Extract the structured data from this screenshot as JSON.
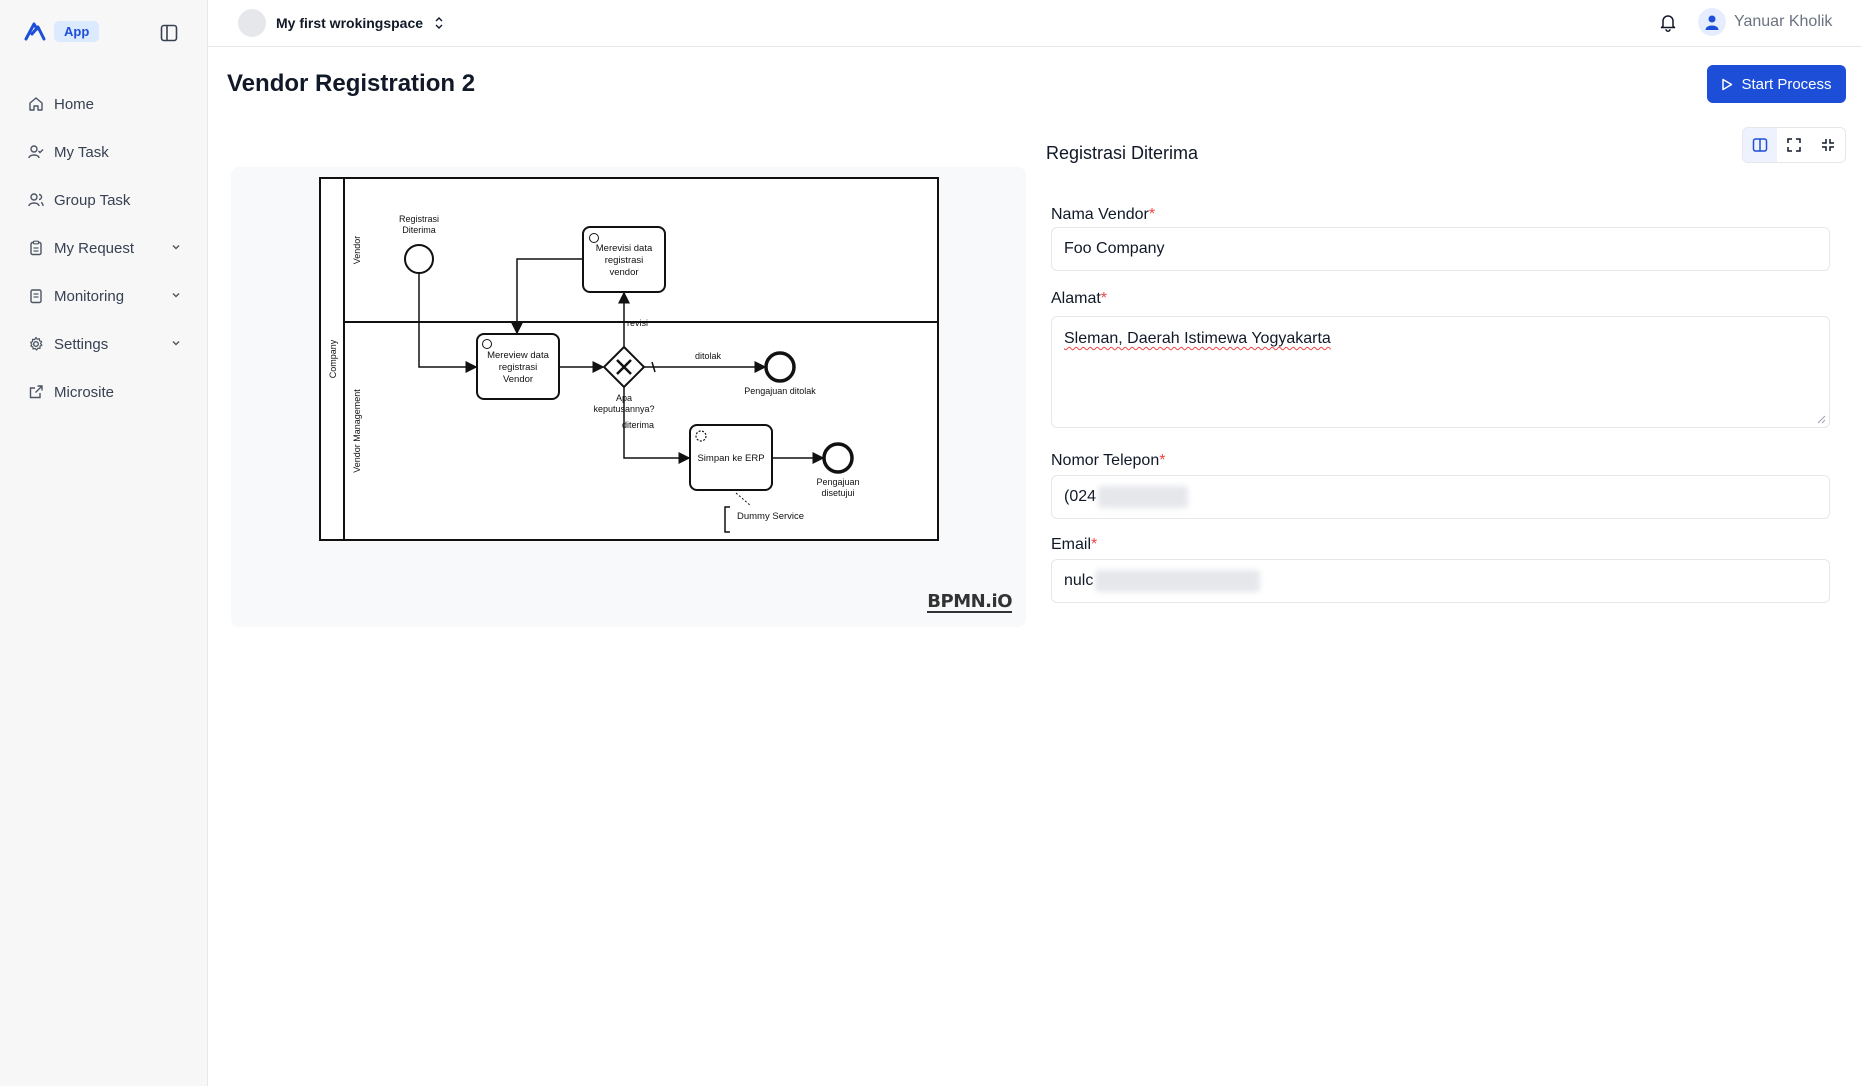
{
  "brand": {
    "badge": "App"
  },
  "nav": [
    {
      "label": "Home",
      "icon": "home-icon"
    },
    {
      "label": "My Task",
      "icon": "user-check-icon"
    },
    {
      "label": "Group Task",
      "icon": "users-icon"
    },
    {
      "label": "My Request",
      "icon": "clipboard-icon",
      "expandable": true
    },
    {
      "label": "Monitoring",
      "icon": "monitor-icon",
      "expandable": true
    },
    {
      "label": "Settings",
      "icon": "gear-icon",
      "expandable": true
    },
    {
      "label": "Microsite",
      "icon": "external-link-icon"
    }
  ],
  "header": {
    "workspace": "My first wrokingspace",
    "user_name": "Yanuar Kholik"
  },
  "page": {
    "title": "Vendor Registration 2",
    "start_button": "Start Process"
  },
  "diagram": {
    "logo": "BPMN.iO",
    "pool": "Company",
    "lanes": [
      "Vendor",
      "Vendor Management"
    ],
    "start_event": [
      "Registrasi",
      "Diterima"
    ],
    "task_revisi": [
      "Merevisi data",
      "registrasi",
      "vendor"
    ],
    "task_review": [
      "Mereview data",
      "registrasi",
      "Vendor"
    ],
    "gateway": [
      "Apa",
      "keputusannya?"
    ],
    "flow_revisi": "revisi",
    "flow_ditolak": "ditolak",
    "flow_diterima": "diterima",
    "end_rejected": "Pengajuan ditolak",
    "task_erp": "Simpan ke ERP",
    "end_approved": [
      "Pengajuan",
      "disetujui"
    ],
    "annotation": "Dummy Service"
  },
  "form": {
    "title": "Registrasi Diterima",
    "fields": {
      "vendor": {
        "label": "Nama Vendor",
        "value": "Foo Company"
      },
      "address": {
        "label": "Alamat",
        "value": "Sleman, Daerah Istimewa Yogyakarta"
      },
      "phone": {
        "label": "Nomor Telepon",
        "value": "(024"
      },
      "email": {
        "label": "Email",
        "value": "nulc"
      }
    }
  },
  "colors": {
    "primary": "#1d4ed8",
    "required": "#ef4444",
    "sidebar_bg": "#f7f7f8"
  }
}
